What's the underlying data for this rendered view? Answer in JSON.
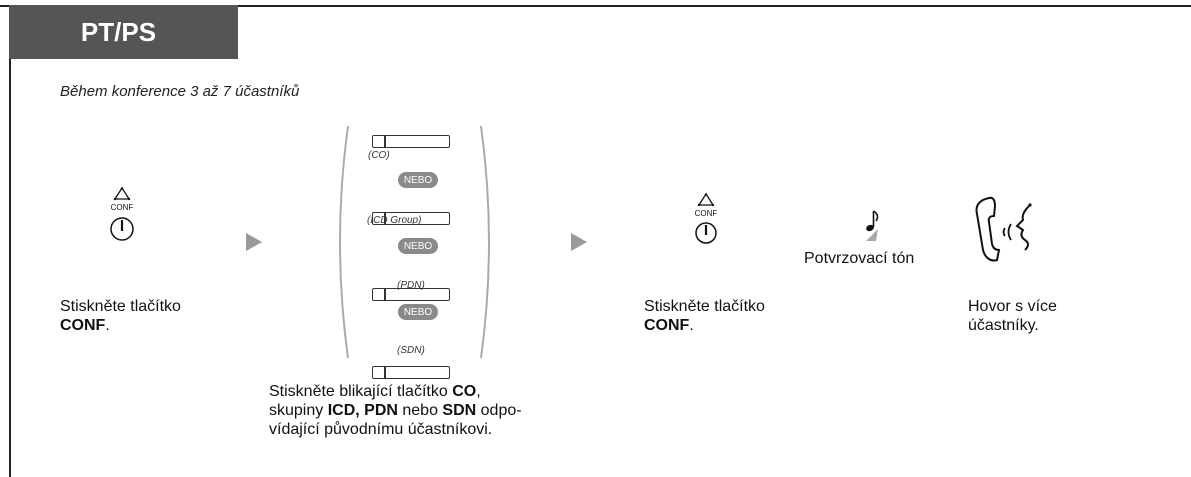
{
  "tab_title": "PT/PS",
  "subtitle": "Během konference 3 až 7 účastníků",
  "step1": {
    "icon_label": "CONF",
    "text_line1": "Stiskněte tlačítko",
    "text_bold": "CONF",
    "text_end": "."
  },
  "step2": {
    "buttons": [
      {
        "label": "(CO)"
      },
      {
        "label": "(ICD Group)"
      },
      {
        "label": "(PDN)"
      },
      {
        "label": "(SDN)"
      }
    ],
    "or_label": "NEBO",
    "text": {
      "p1": "Stiskněte blikající tlačítko ",
      "b1": "CO",
      "p2": ",",
      "p3": "skupiny ",
      "b2": "ICD, PDN",
      "p4": " nebo ",
      "b3": "SDN",
      "p5": " odpo-",
      "p6": "vídající původnímu účastníkovi."
    }
  },
  "step3": {
    "icon_label": "CONF",
    "text_line1": "Stiskněte tlačítko",
    "text_bold": "CONF",
    "text_end": "."
  },
  "step4": {
    "tone_label": "Potvrzovací tón"
  },
  "step5": {
    "text_line1": "Hovor s více",
    "text_line2": "účastníky."
  }
}
